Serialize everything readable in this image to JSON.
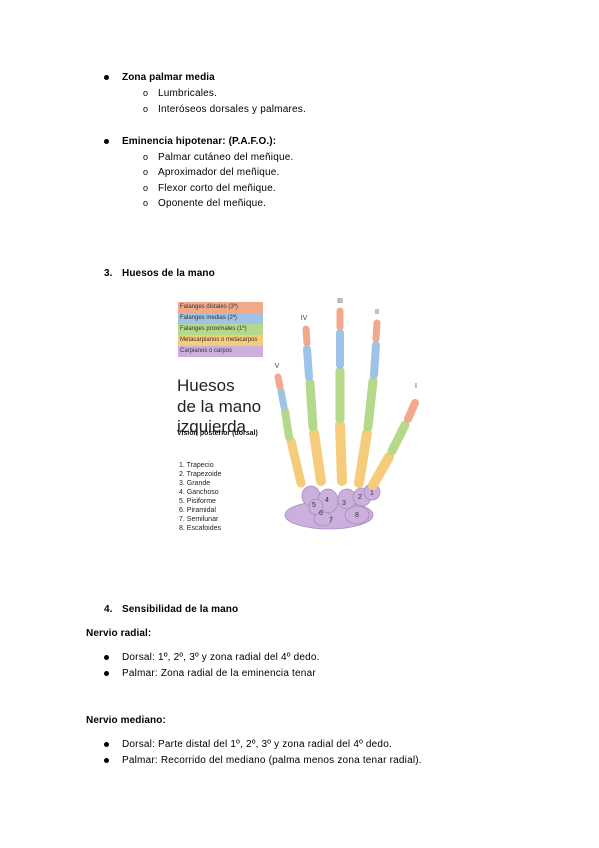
{
  "section_palmar_media": {
    "heading": "Zona palmar media",
    "items": [
      "Lumbricales.",
      "Interóseos dorsales y palmares."
    ]
  },
  "section_hipotenar": {
    "heading": "Eminencia hipotenar: (P.A.F.O.):",
    "items": [
      "Palmar cutáneo del meñique.",
      "Aproximador del meñique.",
      "Flexor corto del meñique.",
      "Oponente del meñique."
    ]
  },
  "section3": {
    "number": "3.",
    "heading": "Huesos de la mano"
  },
  "figure": {
    "legend": [
      {
        "label": "Falanges distales (3ª)",
        "color": "#f2a98b"
      },
      {
        "label": "Falanges medias (2ª)",
        "color": "#9dc3e6"
      },
      {
        "label": "Falanges proximales (1ª)",
        "color": "#b5d98a"
      },
      {
        "label": "Metacarpianos o metacarpos",
        "color": "#f5cd7a"
      },
      {
        "label": "Carpianos o carpos",
        "color": "#cbb0dd"
      }
    ],
    "title_line1": "Huesos",
    "title_line2": "de la mano",
    "title_line3": "izquierda",
    "subtitle": "Visión posterior (dorsal)",
    "bones": [
      "1. Trapecio",
      "2. Trapezoide",
      "3. Grande",
      "4. Ganchoso",
      "5. Pisiforme",
      "6. Piramidal",
      "7. Semilunar",
      "8. Escafoides"
    ],
    "finger_labels": [
      "I",
      "II",
      "III",
      "IV",
      "V"
    ],
    "carpal_numbers": [
      "1",
      "2",
      "3",
      "4",
      "5",
      "6",
      "7",
      "8"
    ]
  },
  "section4": {
    "number": "4.",
    "heading": "Sensibilidad de la mano"
  },
  "nervio_radial": {
    "heading": "Nervio radial:",
    "items": [
      "Dorsal: 1º, 2º, 3º y zona radial del 4º dedo.",
      "Palmar: Zona radial de la eminencia tenar"
    ]
  },
  "nervio_mediano": {
    "heading": "Nervio mediano:",
    "items": [
      "Dorsal: Parte distal del 1º, 2º, 3º y zona radial del 4º dedo.",
      "Palmar: Recorrido del mediano (palma menos zona tenar radial)."
    ]
  }
}
